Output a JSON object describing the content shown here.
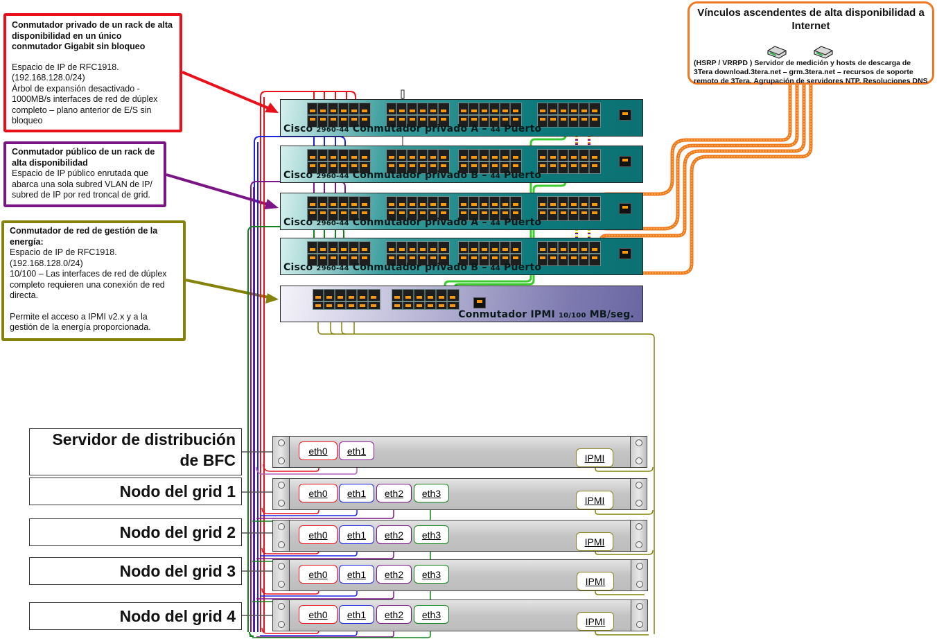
{
  "notes": {
    "private_switch": {
      "title": "Conmutador privado de un rack de alta disponibilidad en un único conmutador Gigabit sin bloqueo",
      "lines": [
        "Espacio de IP de RFC1918.",
        "(192.168.128.0/24)",
        "Árbol de expansión desactivado - 1000MB/s interfaces de red de dúplex completo – plano anterior de E/S sin bloqueo"
      ]
    },
    "public_switch": {
      "title": "Conmutador público de un rack de alta disponibilidad",
      "lines": [
        "Espacio de IP público enrutada que abarca una sola subred VLAN de IP/ subred de IP por red troncal de grid."
      ]
    },
    "power_switch": {
      "title": "Conmutador de red de gestión de la energía:",
      "lines": [
        "Espacio de IP de RFC1918.",
        "(192.168.128.0/24)",
        "10/100 – Las interfaces de red de dúplex completo requieren una conexión de red directa.",
        "",
        "Permite el acceso a IPMI v2.x y a la gestión de la energía proporcionada."
      ]
    },
    "uplinks": {
      "title": "Vínculos ascendentes de alta disponibilidad a Internet",
      "desc": "(HSRP / VRRPD ) Servidor de medición y hosts de descarga de 3Tera download.3tera.net – grm.3tera.net – recursos de soporte remoto de 3Tera. Agrupación de servidores NTP. Resoluciones DNS",
      "icons": [
        "router-icon",
        "router-icon"
      ]
    }
  },
  "switches": [
    {
      "brand": "Cisco",
      "model": "2960-44",
      "name": "Conmutador privado A –",
      "ports": "44",
      "suffix": "Puerto"
    },
    {
      "brand": "Cisco",
      "model": "2960-44",
      "name": "Conmutador privado B –",
      "ports": "44",
      "suffix": "Puerto"
    },
    {
      "brand": "Cisco",
      "model": "2960-44",
      "name": "Conmutador privado A –",
      "ports": "44",
      "suffix": "Puerto"
    },
    {
      "brand": "Cisco",
      "model": "2960-44",
      "name": "Conmutador privado B –",
      "ports": "44",
      "suffix": "Puerto"
    }
  ],
  "ipmi_switch": {
    "name": "Conmutador IPMI",
    "speed": "10/100",
    "unit": "MB/seg."
  },
  "servers": [
    {
      "label_line1": "Servidor de distribución",
      "label_line2": "de BFC",
      "nics": [
        "eth0",
        "eth1"
      ],
      "ipmi": "IPMI"
    },
    {
      "label_line1": "Nodo del grid 1",
      "nics": [
        "eth0",
        "eth1",
        "eth2",
        "eth3"
      ],
      "ipmi": "IPMI"
    },
    {
      "label_line1": "Nodo del grid 2",
      "nics": [
        "eth0",
        "eth1",
        "eth2",
        "eth3"
      ],
      "ipmi": "IPMI"
    },
    {
      "label_line1": "Nodo del grid 3",
      "nics": [
        "eth0",
        "eth1",
        "eth2",
        "eth3"
      ],
      "ipmi": "IPMI"
    },
    {
      "label_line1": "Nodo del grid 4",
      "nics": [
        "eth0",
        "eth1",
        "eth2",
        "eth3"
      ],
      "ipmi": "IPMI"
    }
  ],
  "colors": {
    "private_red": "#e8101a",
    "private_blue": "#1a22e0",
    "public_purple": "#7a1585",
    "public_green": "#12821a",
    "ipmi_olive": "#848208",
    "uplink_orange": "#f07820",
    "crosslink_green": "#3ccc30"
  }
}
